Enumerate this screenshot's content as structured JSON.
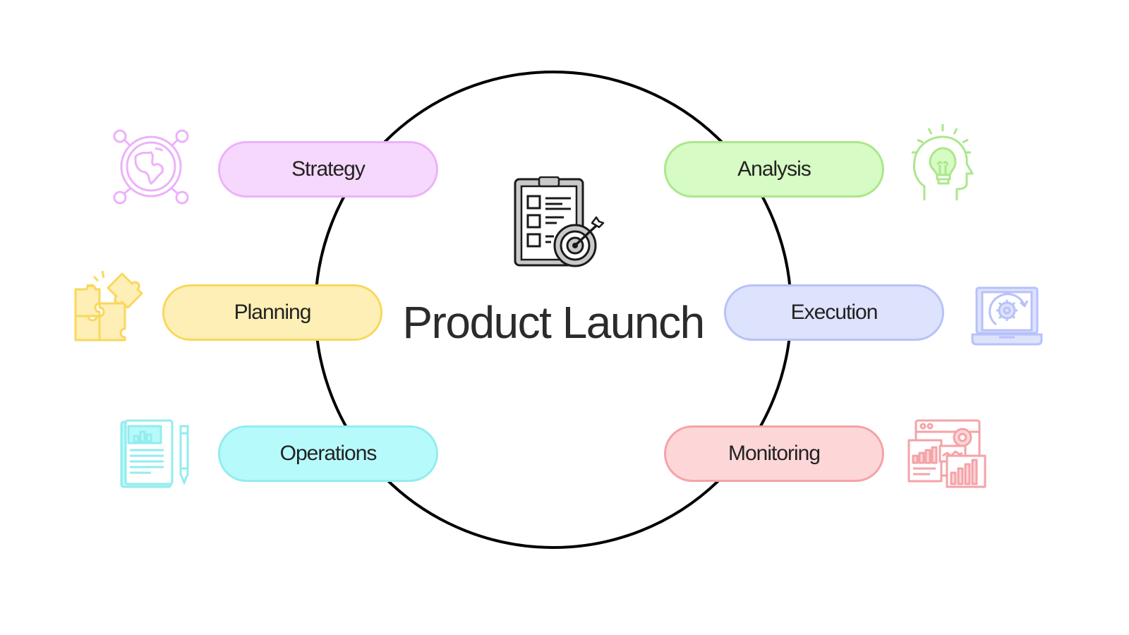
{
  "center": {
    "title": "Product Launch",
    "icon": "clipboard-target-icon"
  },
  "stages": [
    {
      "key": "strategy",
      "label": "Strategy",
      "icon": "globe-network-icon",
      "color": "#f6d8fd",
      "accent": "#ecb2f9"
    },
    {
      "key": "planning",
      "label": "Planning",
      "icon": "puzzle-icon",
      "color": "#fdefb5",
      "accent": "#fad75c"
    },
    {
      "key": "operations",
      "label": "Operations",
      "icon": "document-pencil-icon",
      "color": "#b7fafb",
      "accent": "#93ecee"
    },
    {
      "key": "analysis",
      "label": "Analysis",
      "icon": "lightbulb-head-icon",
      "color": "#d6fbc4",
      "accent": "#abe78b"
    },
    {
      "key": "execution",
      "label": "Execution",
      "icon": "laptop-gear-icon",
      "color": "#dde2fd",
      "accent": "#b8c1f9"
    },
    {
      "key": "monitoring",
      "label": "Monitoring",
      "icon": "dashboard-charts-icon",
      "color": "#fdd6d8",
      "accent": "#f4a3a7"
    }
  ]
}
